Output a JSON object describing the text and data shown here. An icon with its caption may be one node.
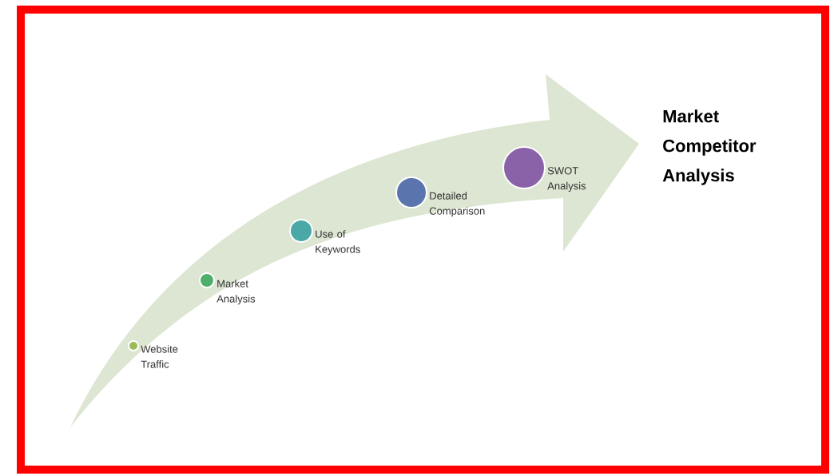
{
  "diagram": {
    "title": "Market Competitor Analysis",
    "nodes": [
      {
        "text": [],
        "shape": "circle",
        "beside": [
          "Website Traffic"
        ]
      },
      {
        "text": [],
        "shape": "circle",
        "beside": [
          "Market Analysis"
        ]
      },
      {
        "text": [],
        "shape": "circle",
        "beside": [
          "Use of Keywords"
        ]
      },
      {
        "text": [],
        "shape": "circle",
        "beside": [
          "Detailed Comparison"
        ]
      },
      {
        "text": [],
        "shape": "circle",
        "beside": [
          "SWOT Analysis"
        ]
      }
    ]
  }
}
